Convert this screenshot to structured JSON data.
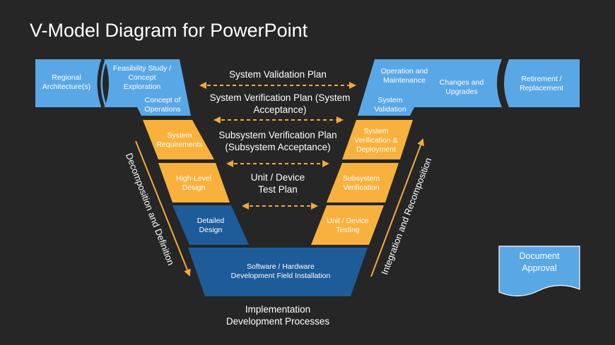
{
  "title": "V-Model Diagram for PowerPoint",
  "colors": {
    "background": "#262626",
    "blue_light": "#5aa7e6",
    "blue_dark": "#1d5c99",
    "orange": "#f9b13e",
    "arrow": "#f3a93b",
    "text": "#ffffff"
  },
  "left_arm": {
    "regional": [
      "Regional",
      "Architecture(s)"
    ],
    "feasibility": [
      "Feasibility Study /",
      "Concept",
      "Exploration"
    ],
    "concept_ops": [
      "Concept of",
      "Operations"
    ],
    "system_req": [
      "System",
      "Requirements"
    ],
    "high_level": [
      "High-Level",
      "Design"
    ],
    "detailed": [
      "Detailed",
      "Design"
    ]
  },
  "right_arm": {
    "operation": [
      "Operation and",
      "Maintenance"
    ],
    "changes": [
      "Changes and",
      "Upgrades"
    ],
    "sys_validation": [
      "System",
      "Validation"
    ],
    "retirement": [
      "Retirement /",
      "Replacement"
    ],
    "sys_verification": [
      "System",
      "Verification &",
      "Deployment"
    ],
    "subsys_verification": [
      "Subsystem",
      "Verification"
    ],
    "unit_testing": [
      "Unit / Device",
      "Testing"
    ]
  },
  "bottom": {
    "software": [
      "Software / Hardware",
      "Development Field Installation"
    ],
    "implementation": [
      "Implementation",
      "Development Processes"
    ]
  },
  "plans": {
    "validation": [
      "System Validation Plan"
    ],
    "verification": [
      "System Verification Plan (System",
      "Acceptance)"
    ],
    "subsystem": [
      "Subsystem Verification Plan",
      "(Subsystem Acceptance)"
    ],
    "unit": [
      "Unit / Device",
      "Test Plan"
    ]
  },
  "side_labels": {
    "left": "Decomposition and Definition",
    "right": "Integration and Recomposition"
  },
  "document": [
    "Document",
    "Approval"
  ]
}
